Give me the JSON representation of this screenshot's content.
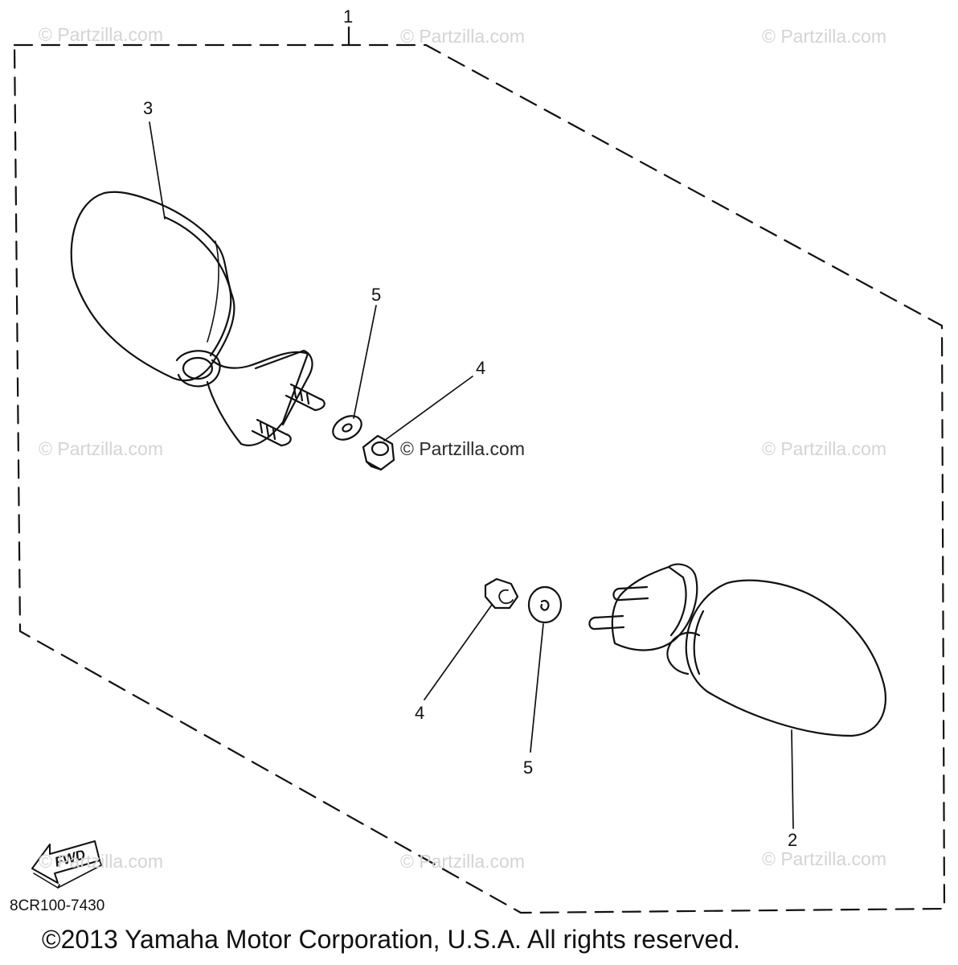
{
  "callouts": {
    "assembly": "1",
    "mirror_right": "2",
    "mirror_left": "3",
    "nut_upper": "4",
    "nut_lower": "4",
    "washer_upper": "5",
    "washer_lower": "5"
  },
  "fwd_arrow_label": "FWD",
  "diagram_code": "8CR100-7430",
  "watermark_text": "© Partzilla.com",
  "copyright": "©2013 Yamaha Motor Corporation, U.S.A. All rights reserved.",
  "colors": {
    "line": "#111111",
    "watermark": "#d4d4d4",
    "background": "#ffffff"
  }
}
